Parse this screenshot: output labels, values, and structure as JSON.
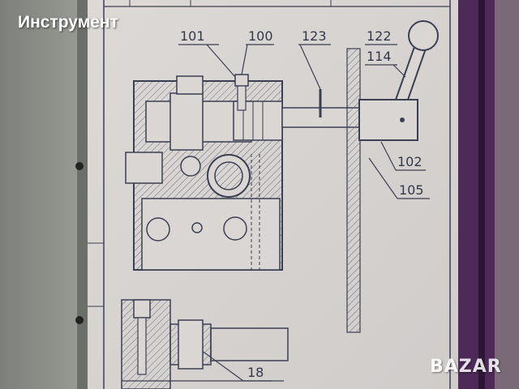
{
  "watermarks": {
    "top_left": "Инструмент",
    "bottom_right": "BAZAR"
  },
  "callouts": [
    "101",
    "100",
    "123",
    "122",
    "114",
    "102",
    "105",
    "18"
  ],
  "colors": {
    "paper": "#d9d6d3",
    "ink": "#3b3f52",
    "binder_purple": "#4d2a57",
    "cover_gray": "#8a8d86"
  }
}
